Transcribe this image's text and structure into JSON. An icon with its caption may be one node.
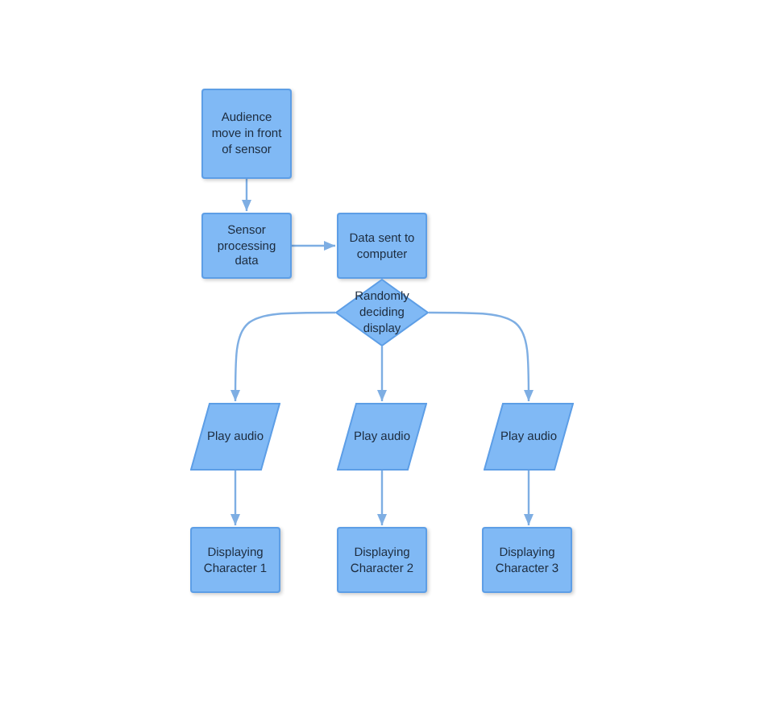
{
  "diagram": {
    "nodes": [
      {
        "text": [
          "Audience move in front of sensor"
        ]
      },
      {
        "text": [
          "Sensor processing data"
        ]
      },
      {
        "text": [
          "Data sent to computer"
        ]
      },
      {
        "text": [
          "Randomly deciding display"
        ]
      },
      {
        "text": [
          "Play audio"
        ]
      },
      {
        "text": [
          "Play audio"
        ]
      },
      {
        "text": [
          "Play audio"
        ]
      },
      {
        "text": [
          "Displaying Character 1"
        ]
      },
      {
        "text": [
          "Displaying Character 2"
        ]
      },
      {
        "text": [
          "Displaying Character 3"
        ]
      }
    ],
    "edges": [
      {
        "from": 0,
        "to": 1,
        "arrow": "to"
      },
      {
        "from": 1,
        "to": 2,
        "arrow": "to"
      },
      {
        "from": 3,
        "to": 4,
        "arrow": "to"
      },
      {
        "from": 3,
        "to": 5,
        "arrow": "to"
      },
      {
        "from": 3,
        "to": 6,
        "arrow": "to"
      },
      {
        "from": 4,
        "to": 7,
        "arrow": "to"
      },
      {
        "from": 5,
        "to": 8,
        "arrow": "to"
      },
      {
        "from": 6,
        "to": 9,
        "arrow": "to"
      }
    ]
  }
}
